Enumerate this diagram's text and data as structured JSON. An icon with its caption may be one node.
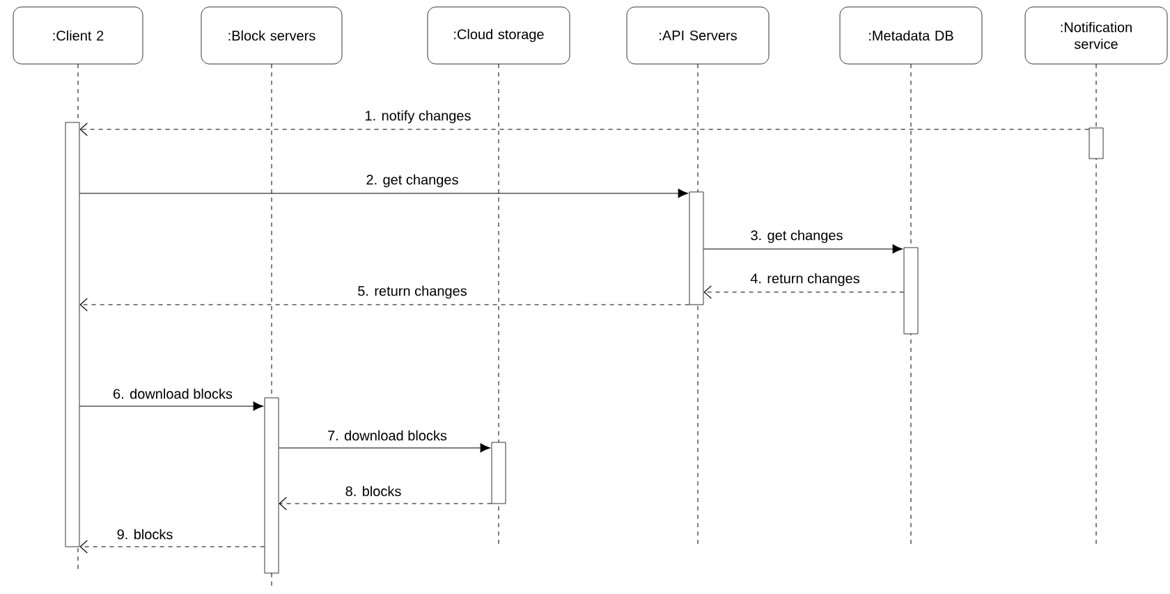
{
  "diagram": {
    "nodes": [
      {
        "text": [
          ":Client 2"
        ]
      },
      {
        "text": [
          ":Block servers"
        ]
      },
      {
        "text": [
          ":Cloud storage"
        ]
      },
      {
        "text": [
          ":API Servers"
        ]
      },
      {
        "text": [
          ":Metadata DB"
        ]
      },
      {
        "text": [
          ":Notification service"
        ]
      },
      {
        "text": [],
        "shape": "bar"
      },
      {
        "text": [],
        "shape": "bar"
      },
      {
        "text": [],
        "shape": "bar"
      },
      {
        "text": [],
        "shape": "bar"
      },
      {
        "text": [],
        "shape": "bar"
      },
      {
        "text": [],
        "shape": "bar"
      }
    ],
    "edges": [
      {
        "from": 11,
        "to": 6,
        "arrow": "to",
        "label": "1. notify changes",
        "style": "dashed"
      },
      {
        "from": 6,
        "to": 9,
        "arrow": "to",
        "label": "2. get changes"
      },
      {
        "from": 9,
        "to": 10,
        "arrow": "to",
        "label": "3. get changes"
      },
      {
        "from": 10,
        "to": 9,
        "arrow": "to",
        "label": "4. return changes",
        "style": "dashed"
      },
      {
        "from": 9,
        "to": 6,
        "arrow": "to",
        "label": "5. return changes",
        "style": "dashed"
      },
      {
        "from": 6,
        "to": 7,
        "arrow": "to",
        "label": "6. download blocks"
      },
      {
        "from": 7,
        "to": 8,
        "arrow": "to",
        "label": "7. download blocks"
      },
      {
        "from": 8,
        "to": 7,
        "arrow": "to",
        "label": "8. blocks",
        "style": "dashed"
      },
      {
        "from": 7,
        "to": 6,
        "arrow": "to",
        "label": "9. blocks",
        "style": "dashed"
      }
    ]
  }
}
